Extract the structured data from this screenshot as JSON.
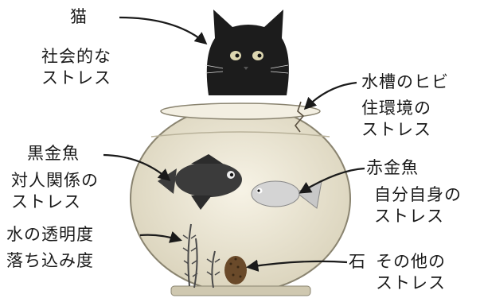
{
  "labels": {
    "cat": {
      "name": "猫",
      "desc_line1": "社会的な",
      "desc_line2": "ストレス"
    },
    "crack": {
      "name": "水槽のヒビ",
      "desc_line1": "住環境の",
      "desc_line2": "ストレス"
    },
    "black_fish": {
      "name": "黒金魚",
      "desc_line1": "対人関係の",
      "desc_line2": "ストレス"
    },
    "red_fish": {
      "name": "赤金魚",
      "desc_line1": "自分自身の",
      "desc_line2": "ストレス"
    },
    "water": {
      "line1": "水の透明度",
      "line2": "落ち込み度"
    },
    "stone": {
      "name": "石",
      "desc_line1": "その他の",
      "desc_line2": "ストレス"
    }
  },
  "colors": {
    "cat": "#1c1c1c",
    "bowl_fill": "#efe9d6",
    "water_fill": "#e3ddc6",
    "black_fish": "#3b3b3b",
    "red_fish": "#d4d4d4",
    "stone": "#6a4a2a",
    "plant": "#4a4a4a",
    "arrow": "#1a1a1a"
  }
}
